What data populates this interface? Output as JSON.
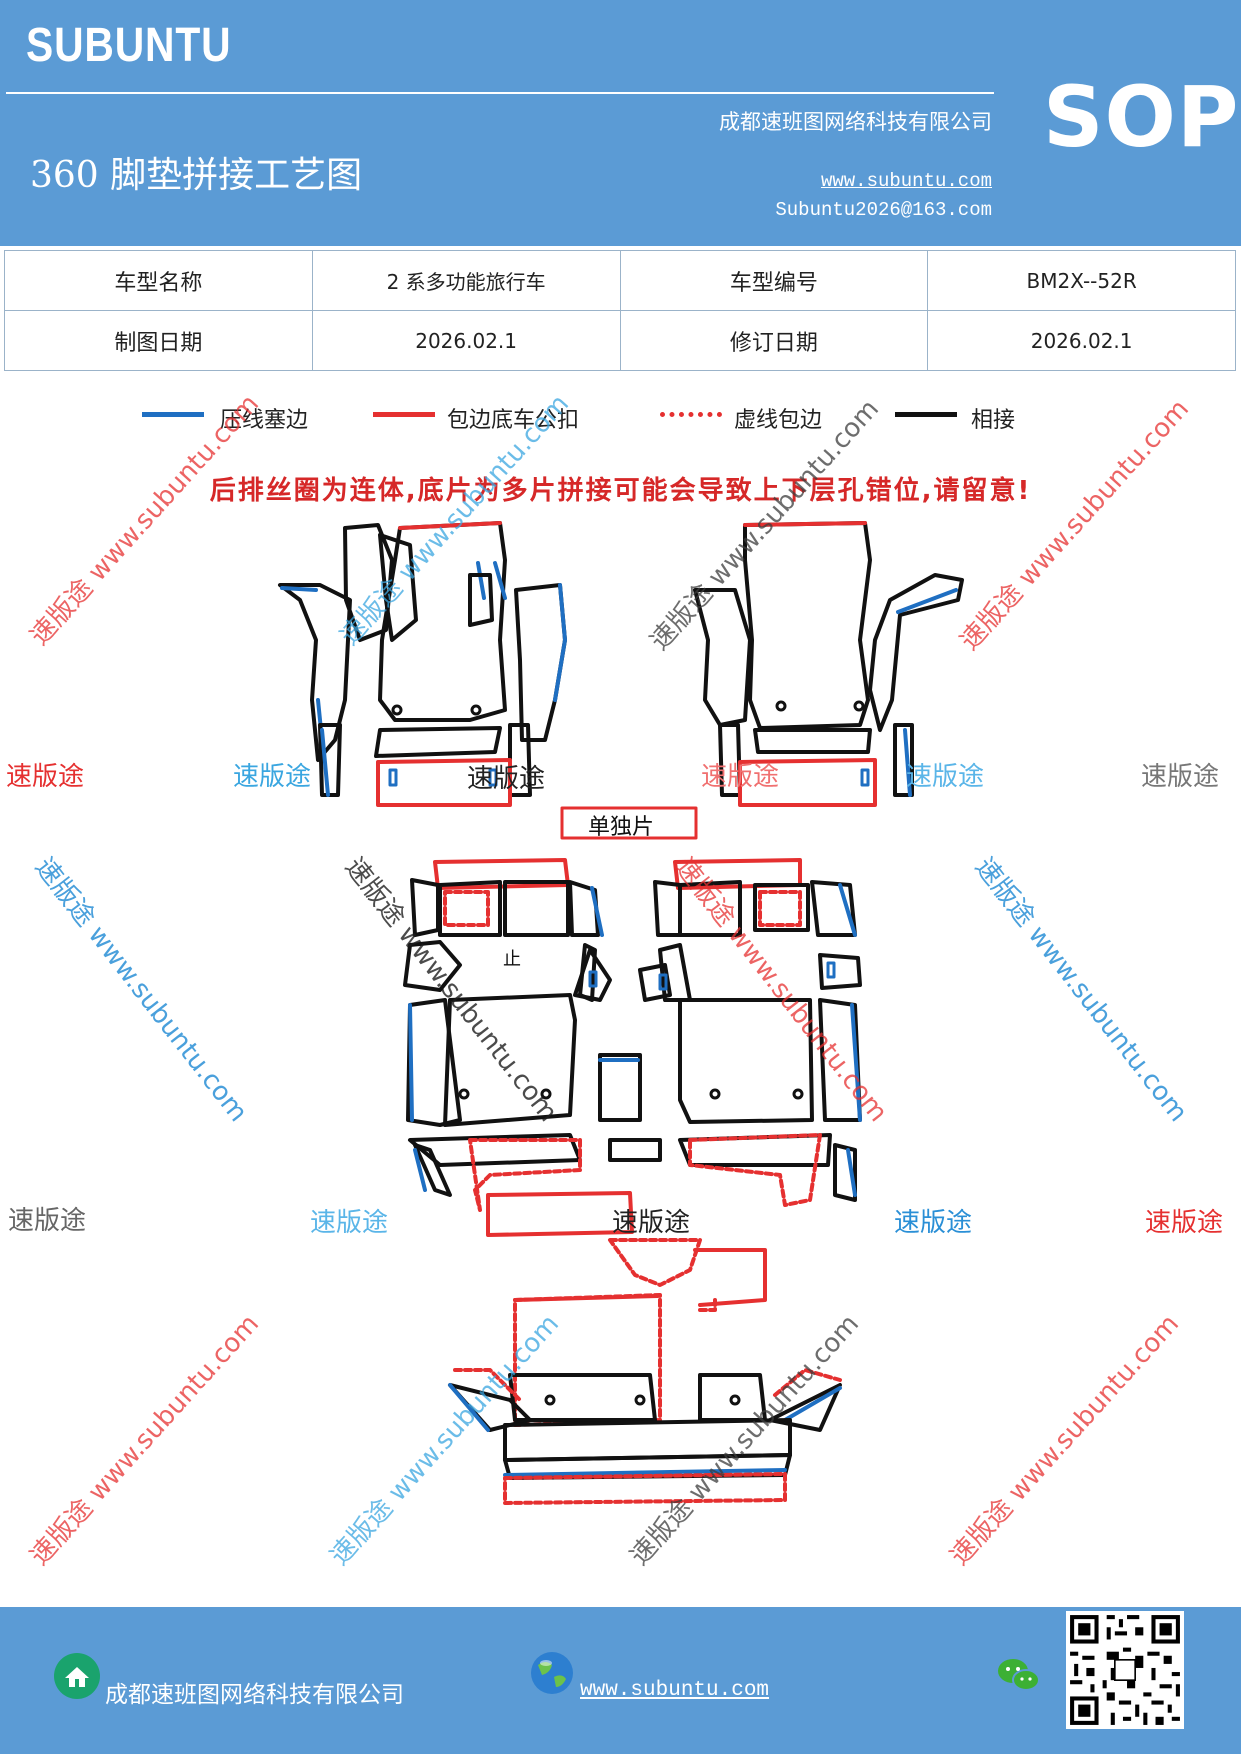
{
  "header": {
    "brand": "SUBUNTU",
    "title": "360 脚垫拼接工艺图",
    "company": "成都速班图网络科技有限公司",
    "website": "www.subuntu.com",
    "email": "Subuntu2026@163.com",
    "sop": "SOP"
  },
  "info_table": {
    "rows": [
      {
        "label1": "车型名称",
        "value1": "2 系多功能旅行车",
        "label2": "车型编号",
        "value2": "BM2X--52R"
      },
      {
        "label1": "制图日期",
        "value1": "2026.02.1",
        "label2": "修订日期",
        "value2": "2026.02.1"
      }
    ]
  },
  "legend": {
    "items": [
      {
        "label": "压线塞边",
        "color": "#1f6fc2",
        "style": "solid"
      },
      {
        "label": "包边底车公扣",
        "color": "#e53030",
        "style": "solid"
      },
      {
        "label": "虚线包边",
        "color": "#e53030",
        "style": "dotted"
      },
      {
        "label": "相接",
        "color": "#111111",
        "style": "solid"
      }
    ]
  },
  "warning": "后排丝圈为连体,底片为多片拼接可能会导致上下层孔错位,请留意!",
  "diagram": {
    "single_piece_label": "单独片",
    "small_mark": "止"
  },
  "watermarks": {
    "text": "速版途",
    "url_text": "速版途 www.subuntu.com",
    "row1": [
      "速版途",
      "速版途",
      "速版途",
      "速版途",
      "速版途",
      "速版途"
    ],
    "row2": [
      "速版途",
      "速版途",
      "速版途",
      "速版途",
      "速版途"
    ]
  },
  "footer": {
    "company": "成都速班图网络科技有限公司",
    "website": "www.subuntu.com"
  },
  "colors": {
    "header_bg": "#5b9bd5",
    "blue_line": "#1f6fc2",
    "red_line": "#e53030",
    "warning": "#d62828"
  }
}
